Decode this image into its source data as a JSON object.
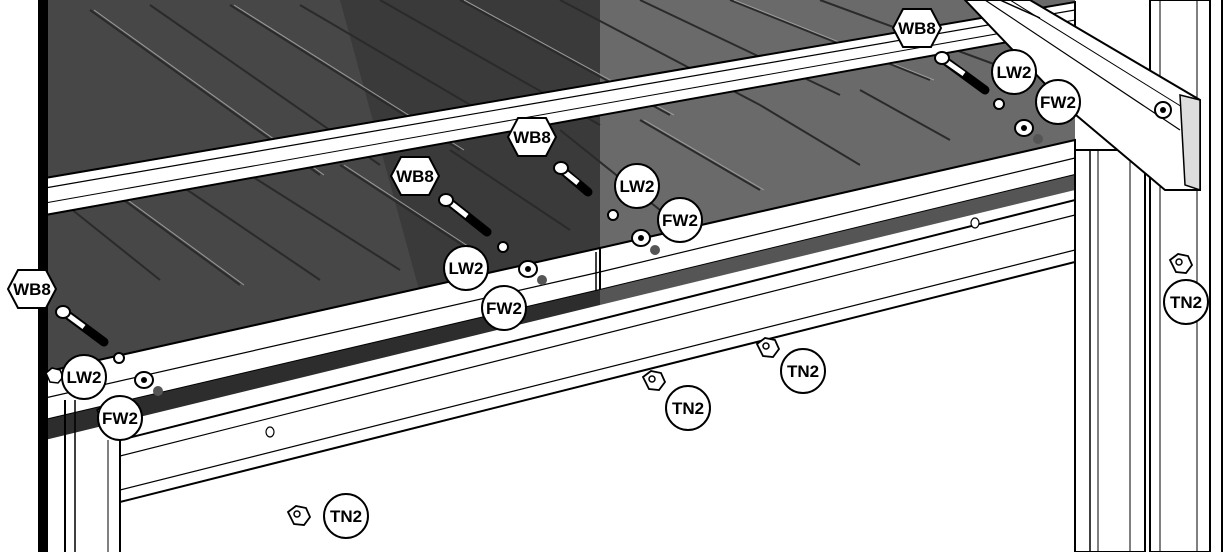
{
  "callouts": {
    "wb8_a": "WB8",
    "wb8_b": "WB8",
    "wb8_c": "WB8",
    "wb8_d": "WB8",
    "lw2_a": "LW2",
    "lw2_b": "LW2",
    "lw2_c": "LW2",
    "lw2_d": "LW2",
    "fw2_a": "FW2",
    "fw2_b": "FW2",
    "fw2_c": "FW2",
    "fw2_d": "FW2",
    "tn2_a": "TN2",
    "tn2_b": "TN2",
    "tn2_c": "TN2",
    "tn2_d": "TN2"
  },
  "colors": {
    "panel_dark": "#4a4a4a",
    "panel_mid": "#6e6e6e",
    "frame": "#ffffff",
    "outline": "#000000"
  }
}
